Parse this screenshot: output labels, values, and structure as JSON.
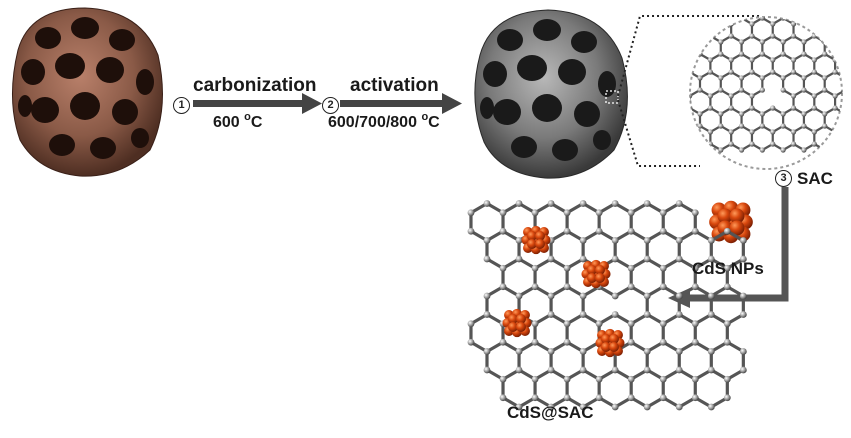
{
  "steps": {
    "carbonization": {
      "number": "1",
      "label": "carbonization",
      "temperature": "600",
      "unit": "C",
      "degree": "o"
    },
    "activation": {
      "number": "2",
      "label": "activation",
      "temperature": "600/700/800",
      "unit": "C",
      "degree": "o"
    },
    "loading": {
      "number": "3",
      "product": "SAC"
    }
  },
  "labels": {
    "nanoparticles": "CdS NPs",
    "final_product": "CdS@SAC"
  },
  "colors": {
    "lotus_seedpod": "#8a5a47",
    "carbonized_seedpod": "#6e6e6e",
    "arrow": "#444444",
    "cds_particle": "#cc3c08",
    "carbon_atom": "#777777"
  }
}
